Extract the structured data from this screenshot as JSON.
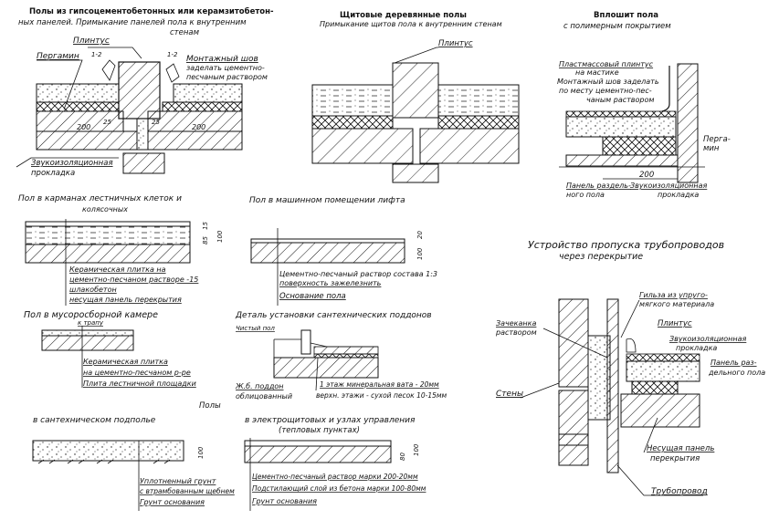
{
  "sheet": {
    "caption": "Полы"
  },
  "d1": {
    "title1": "Полы из гипсоцементобетонных или керамзитобетон-",
    "title2": "ных панелей. Примыкание панелей пола к внутренним",
    "title3": "стенам",
    "plinth": "Плинтус",
    "pergamin": "Пергамин",
    "sec1": "1-2",
    "sec2": "1-2",
    "seam1": "Монтажный шов",
    "seam2": "заделать цементно-",
    "seam3": "песчаным раствором",
    "dim_200a": "200",
    "dim_25a": "25",
    "dim_25b": "25",
    "dim_200b": "200",
    "gasket1": "Звукоизоляционная",
    "gasket2": "прокладка"
  },
  "d2": {
    "title1": "Щитовые деревянные полы",
    "title2": "Примыкание щитов пола к внутренним стенам",
    "plinth": "Плинтус"
  },
  "d3": {
    "title1": "Вплошит пола",
    "title2": "с полимерным покрытием",
    "l1": "Пластмассовый плинтус",
    "l2": "на мастике",
    "l3": "Монтажный шов заделать",
    "l4": "по месту цементно-пес-",
    "l5": "чаным раствором",
    "perg1": "Перга-",
    "perg2": "мин",
    "dim_200": "200",
    "panel1": "Панель раздель-",
    "panel2": "ного пола",
    "gasket1": "Звукоизоляционная",
    "gasket2": "прокладка"
  },
  "d4": {
    "title1": "Пол в карманах лестничных клеток и",
    "title2": "колясочных",
    "dim_15": "15",
    "dim_85": "85",
    "dim_100": "100",
    "l1": "Керамическая плитка на",
    "l2": "цементно-песчаном растворе -15",
    "l3": "шлакобетон",
    "l4": "несущая панель перекрытия"
  },
  "d5": {
    "title": "Пол в машинном помещении лифта",
    "dim_20": "20",
    "dim_100": "100",
    "l1": "Цементно-песчаный раствор состава 1:3",
    "l2": "поверхность зажелезнить",
    "l3": "Основание пола"
  },
  "d6": {
    "title": "Пол в мусоросборной камере",
    "drain": "к трапу",
    "l1": "Керамическая плитка",
    "l2": "на цементно-песчаном р-ре",
    "l3": "Плита лестничной площадки"
  },
  "d7": {
    "title": "Деталь установки сантехнических поддонов",
    "clean": "Чистый пол",
    "tray1": "Ж.б. поддон",
    "tray2": "облицованный",
    "l1": "1 этаж минеральная вата - 20мм",
    "l2": "верхн. этажи - сухой песок 10-15мм"
  },
  "d8": {
    "title": "в сантехническом подполье",
    "dim_100": "100",
    "l1": "Уплотненный грунт",
    "l2": "с втрамбованным щебнем",
    "l3": "Грунт основания"
  },
  "d9": {
    "title1": "в электрощитовых и узлах управления",
    "title2": "(тепловых пунктах)",
    "dim_80": "80",
    "dim_100": "100",
    "l1": "Цементно-песчаный раствор марки 200-20мм",
    "l2": "Подстилающий слой из бетона марки 100-80мм",
    "l3": "Грунт основания"
  },
  "d10": {
    "title1": "Устройство пропуска трубопроводов",
    "title2": "через перекрытие",
    "sleeve1": "Гильза из упруго-",
    "sleeve2": "мягкого материала",
    "plinth": "Плинтус",
    "caulk1": "Зачеканка",
    "caulk2": "раствором",
    "gasket1": "Звукоизоляционная",
    "gasket2": "прокладка",
    "panel1": "Панель раз-",
    "panel2": "дельного пола",
    "walls": "Стены",
    "bearing1": "Несущая панель",
    "bearing2": "перекрытия",
    "pipe": "Трубопровод"
  }
}
